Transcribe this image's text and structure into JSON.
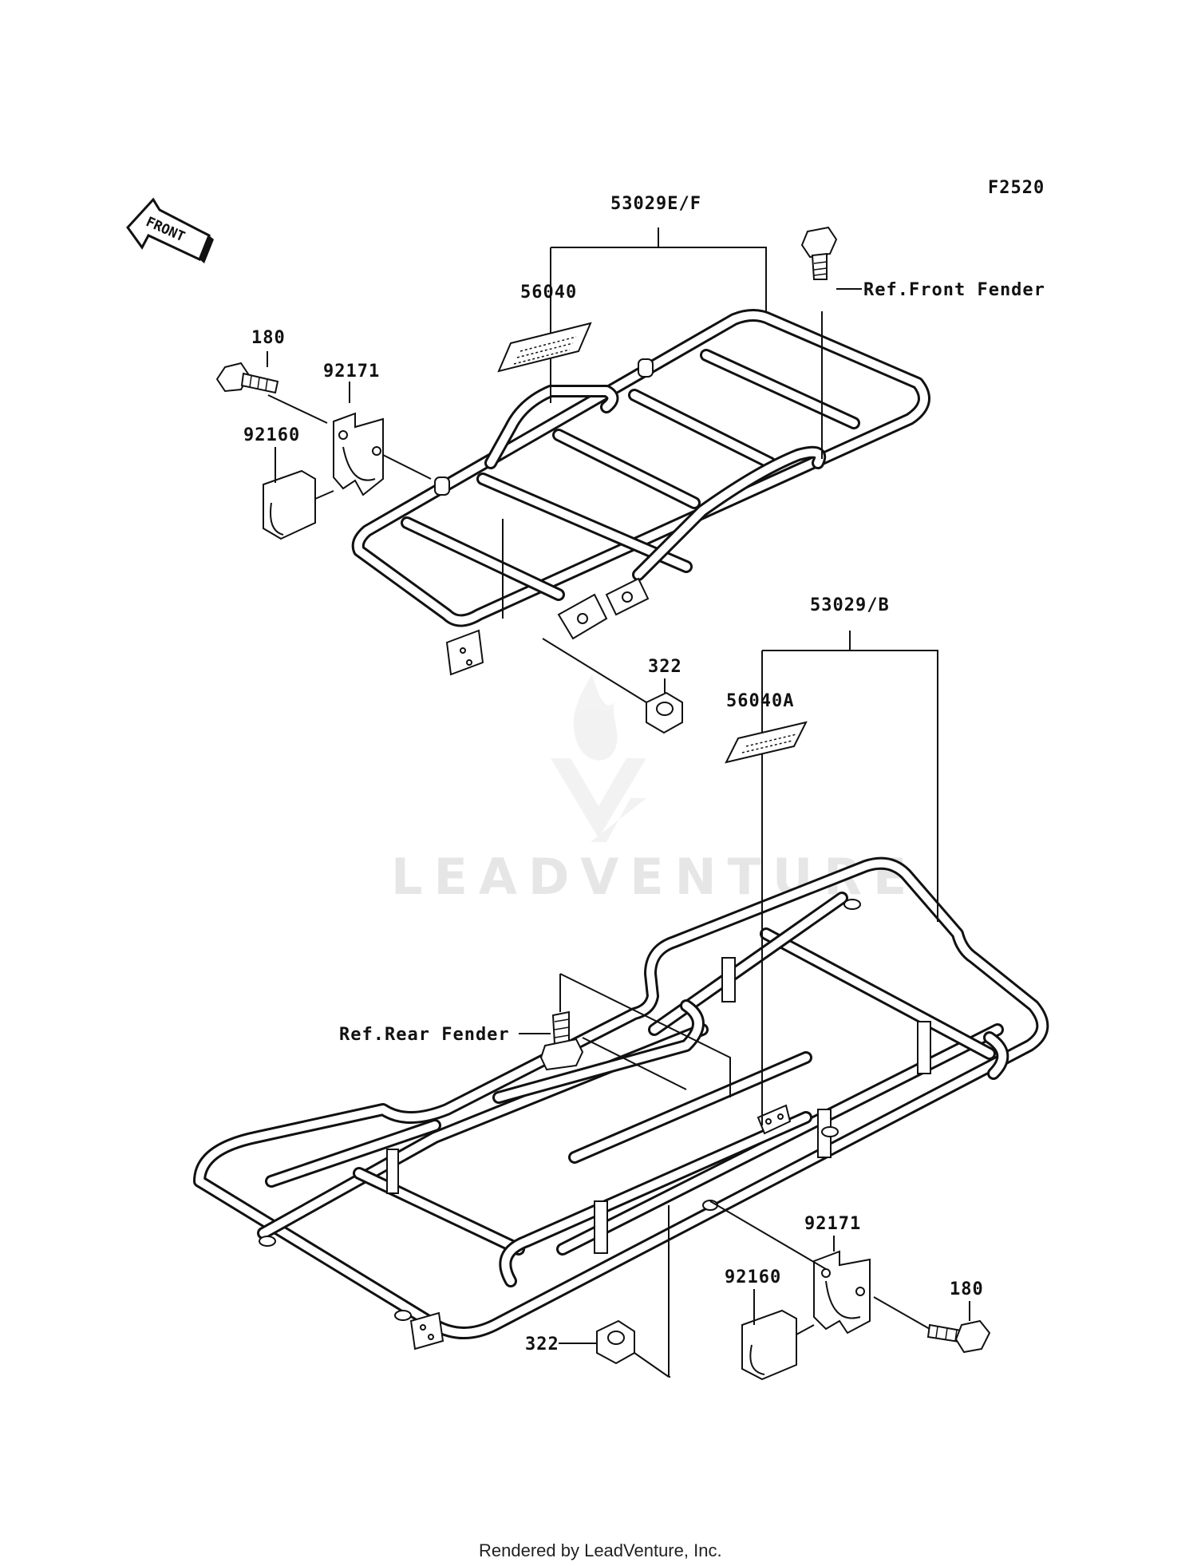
{
  "diagram_code": "F2520",
  "front_arrow_label": "FRONT",
  "callouts": {
    "front_carrier_assembly": "53029E/F",
    "front_carrier_label": "56040",
    "front_bolt_ref": "Ref.Front Fender",
    "front_bolt": "180",
    "front_clamp": "92171",
    "front_damper": "92160",
    "front_nut": "322",
    "rear_carrier_assembly": "53029/B",
    "rear_carrier_label": "56040A",
    "rear_bolt_ref": "Ref.Rear Fender",
    "rear_clamp": "92171",
    "rear_damper": "92160",
    "rear_bolt": "180",
    "rear_nut": "322"
  },
  "watermark": "LEADVENTURE",
  "footer": "Rendered by LeadVenture, Inc."
}
